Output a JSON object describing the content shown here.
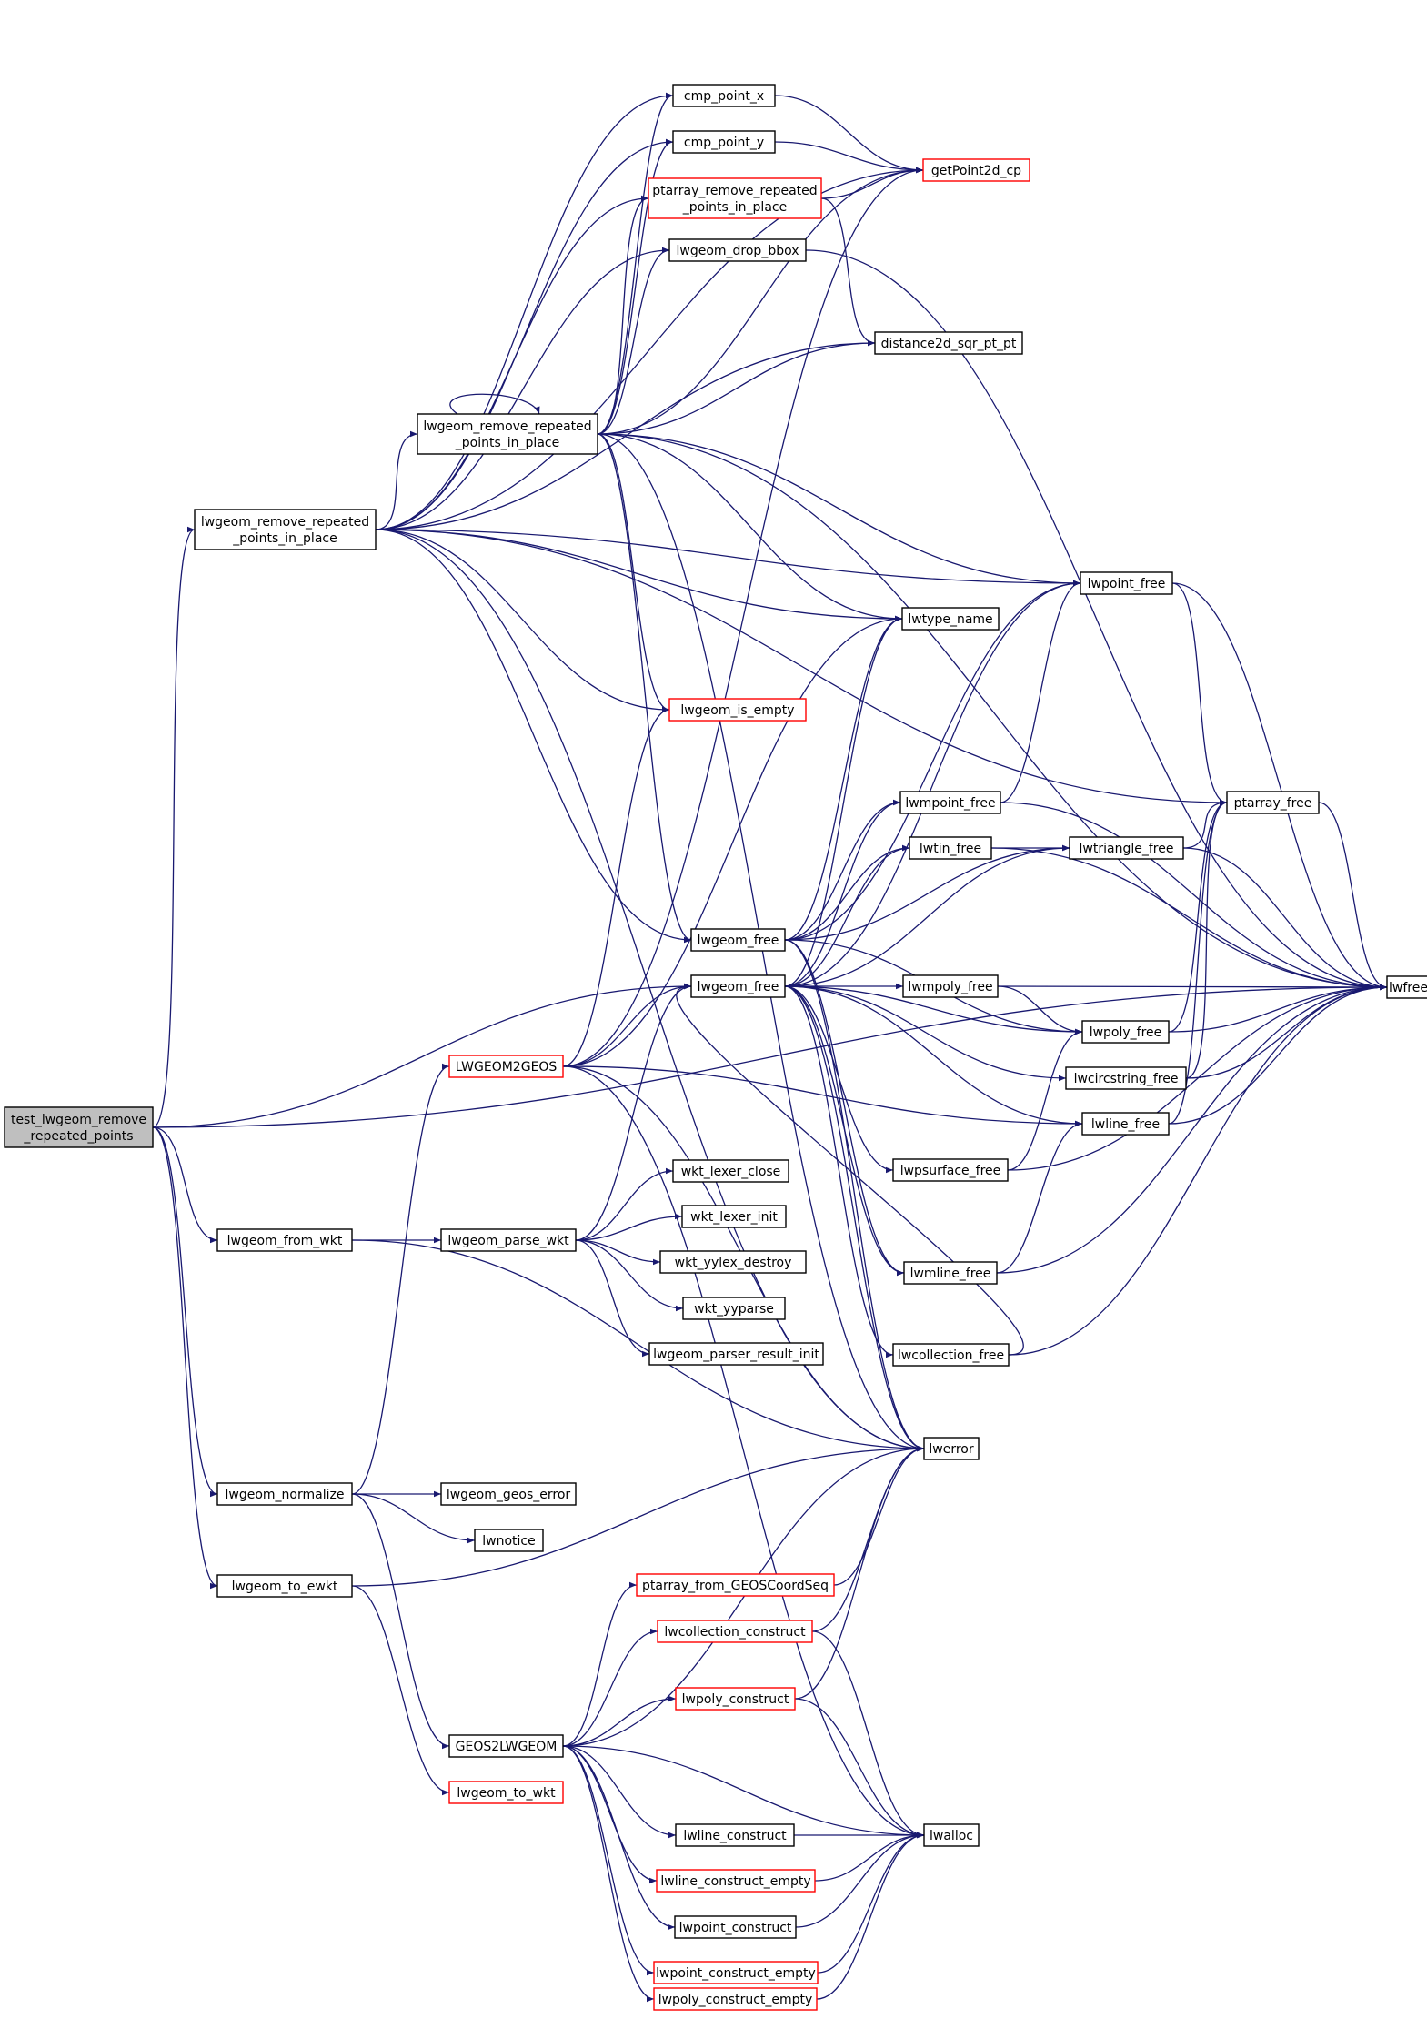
{
  "colors": {
    "edge": "#191970",
    "node_border": "#000000",
    "truncated_border": "#ff0000",
    "root_fill": "#bfbfbf",
    "node_fill": "#ffffff"
  },
  "diagram": {
    "nodes": [
      {
        "id": "root",
        "lines": [
          "test_lwgeom_remove",
          "_repeated_points"
        ],
        "style": "root"
      },
      {
        "id": "lrrp_outer",
        "lines": [
          "lwgeom_remove_repeated",
          "_points_in_place"
        ],
        "style": "normal"
      },
      {
        "id": "lrrp_inner",
        "lines": [
          "lwgeom_remove_repeated",
          "_points_in_place"
        ],
        "style": "normal"
      },
      {
        "id": "cmp_point_x",
        "lines": [
          "cmp_point_x"
        ],
        "style": "normal"
      },
      {
        "id": "cmp_point_y",
        "lines": [
          "cmp_point_y"
        ],
        "style": "normal"
      },
      {
        "id": "getPoint2d_cp",
        "lines": [
          "getPoint2d_cp"
        ],
        "style": "truncated"
      },
      {
        "id": "ptarray_rrp",
        "lines": [
          "ptarray_remove_repeated",
          "_points_in_place"
        ],
        "style": "truncated"
      },
      {
        "id": "lwgeom_drop_bbox",
        "lines": [
          "lwgeom_drop_bbox"
        ],
        "style": "normal"
      },
      {
        "id": "distance2d_sqr_pt_pt",
        "lines": [
          "distance2d_sqr_pt_pt"
        ],
        "style": "normal"
      },
      {
        "id": "lwfree",
        "lines": [
          "lwfree"
        ],
        "style": "normal"
      },
      {
        "id": "lwpoint_free",
        "lines": [
          "lwpoint_free"
        ],
        "style": "normal"
      },
      {
        "id": "lwtype_name",
        "lines": [
          "lwtype_name"
        ],
        "style": "normal"
      },
      {
        "id": "lwgeom_is_empty",
        "lines": [
          "lwgeom_is_empty"
        ],
        "style": "truncated"
      },
      {
        "id": "ptarray_free",
        "lines": [
          "ptarray_free"
        ],
        "style": "normal"
      },
      {
        "id": "lwmpoint_free",
        "lines": [
          "lwmpoint_free"
        ],
        "style": "normal"
      },
      {
        "id": "lwtin_free",
        "lines": [
          "lwtin_free"
        ],
        "style": "normal"
      },
      {
        "id": "lwtriangle_free",
        "lines": [
          "lwtriangle_free"
        ],
        "style": "normal"
      },
      {
        "id": "lwgeom_free_a",
        "lines": [
          "lwgeom_free"
        ],
        "style": "normal"
      },
      {
        "id": "lwgeom_free_b",
        "lines": [
          "lwgeom_free"
        ],
        "style": "normal"
      },
      {
        "id": "lwmpoly_free",
        "lines": [
          "lwmpoly_free"
        ],
        "style": "normal"
      },
      {
        "id": "lwpoly_free",
        "lines": [
          "lwpoly_free"
        ],
        "style": "normal"
      },
      {
        "id": "lwcircstring_free",
        "lines": [
          "lwcircstring_free"
        ],
        "style": "normal"
      },
      {
        "id": "lwline_free",
        "lines": [
          "lwline_free"
        ],
        "style": "normal"
      },
      {
        "id": "lwpsurface_free",
        "lines": [
          "lwpsurface_free"
        ],
        "style": "normal"
      },
      {
        "id": "lwmline_free",
        "lines": [
          "lwmline_free"
        ],
        "style": "normal"
      },
      {
        "id": "lwcollection_free",
        "lines": [
          "lwcollection_free"
        ],
        "style": "normal"
      },
      {
        "id": "LWGEOM2GEOS",
        "lines": [
          "LWGEOM2GEOS"
        ],
        "style": "truncated"
      },
      {
        "id": "lwgeom_from_wkt",
        "lines": [
          "lwgeom_from_wkt"
        ],
        "style": "normal"
      },
      {
        "id": "lwgeom_parse_wkt",
        "lines": [
          "lwgeom_parse_wkt"
        ],
        "style": "normal"
      },
      {
        "id": "wkt_lexer_close",
        "lines": [
          "wkt_lexer_close"
        ],
        "style": "normal"
      },
      {
        "id": "wkt_lexer_init",
        "lines": [
          "wkt_lexer_init"
        ],
        "style": "normal"
      },
      {
        "id": "wkt_yylex_destroy",
        "lines": [
          "wkt_yylex_destroy"
        ],
        "style": "normal"
      },
      {
        "id": "wkt_yyparse",
        "lines": [
          "wkt_yyparse"
        ],
        "style": "normal"
      },
      {
        "id": "lwgeom_parser_result_init",
        "lines": [
          "lwgeom_parser_result_init"
        ],
        "style": "normal"
      },
      {
        "id": "lwerror",
        "lines": [
          "lwerror"
        ],
        "style": "normal"
      },
      {
        "id": "lwgeom_normalize",
        "lines": [
          "lwgeom_normalize"
        ],
        "style": "normal"
      },
      {
        "id": "lwgeom_geos_error",
        "lines": [
          "lwgeom_geos_error"
        ],
        "style": "normal"
      },
      {
        "id": "lwnotice",
        "lines": [
          "lwnotice"
        ],
        "style": "normal"
      },
      {
        "id": "lwgeom_to_ewkt",
        "lines": [
          "lwgeom_to_ewkt"
        ],
        "style": "normal"
      },
      {
        "id": "ptarray_from_GEOSCoordSeq",
        "lines": [
          "ptarray_from_GEOSCoordSeq"
        ],
        "style": "truncated"
      },
      {
        "id": "lwcollection_construct",
        "lines": [
          "lwcollection_construct"
        ],
        "style": "truncated"
      },
      {
        "id": "lwpoly_construct",
        "lines": [
          "lwpoly_construct"
        ],
        "style": "truncated"
      },
      {
        "id": "GEOS2LWGEOM",
        "lines": [
          "GEOS2LWGEOM"
        ],
        "style": "normal"
      },
      {
        "id": "lwgeom_to_wkt",
        "lines": [
          "lwgeom_to_wkt"
        ],
        "style": "truncated"
      },
      {
        "id": "lwalloc",
        "lines": [
          "lwalloc"
        ],
        "style": "normal"
      },
      {
        "id": "lwline_construct",
        "lines": [
          "lwline_construct"
        ],
        "style": "normal"
      },
      {
        "id": "lwline_construct_empty",
        "lines": [
          "lwline_construct_empty"
        ],
        "style": "truncated"
      },
      {
        "id": "lwpoint_construct",
        "lines": [
          "lwpoint_construct"
        ],
        "style": "normal"
      },
      {
        "id": "lwpoint_construct_empty",
        "lines": [
          "lwpoint_construct_empty"
        ],
        "style": "truncated"
      },
      {
        "id": "lwpoly_construct_empty",
        "lines": [
          "lwpoly_construct_empty"
        ],
        "style": "truncated"
      }
    ],
    "edges": [
      [
        "root",
        "lrrp_outer"
      ],
      [
        "root",
        "lwgeom_free_b"
      ],
      [
        "root",
        "lwgeom_from_wkt"
      ],
      [
        "root",
        "lwgeom_normalize"
      ],
      [
        "root",
        "lwgeom_to_ewkt"
      ],
      [
        "root",
        "lwfree"
      ],
      [
        "lrrp_outer",
        "cmp_point_x"
      ],
      [
        "lrrp_outer",
        "cmp_point_y"
      ],
      [
        "lrrp_outer",
        "getPoint2d_cp"
      ],
      [
        "lrrp_outer",
        "ptarray_rrp"
      ],
      [
        "lrrp_outer",
        "lwgeom_drop_bbox"
      ],
      [
        "lrrp_outer",
        "distance2d_sqr_pt_pt"
      ],
      [
        "lrrp_outer",
        "lrrp_inner"
      ],
      [
        "lrrp_outer",
        "lwpoint_free"
      ],
      [
        "lrrp_outer",
        "lwtype_name"
      ],
      [
        "lrrp_outer",
        "lwgeom_is_empty"
      ],
      [
        "lrrp_outer",
        "ptarray_free"
      ],
      [
        "lrrp_outer",
        "lwgeom_free_a"
      ],
      [
        "lrrp_outer",
        "lwerror"
      ],
      [
        "lrrp_inner",
        "lrrp_inner"
      ],
      [
        "lrrp_inner",
        "cmp_point_x"
      ],
      [
        "lrrp_inner",
        "cmp_point_y"
      ],
      [
        "lrrp_inner",
        "ptarray_rrp"
      ],
      [
        "lrrp_inner",
        "lwgeom_drop_bbox"
      ],
      [
        "lrrp_inner",
        "getPoint2d_cp"
      ],
      [
        "lrrp_inner",
        "distance2d_sqr_pt_pt"
      ],
      [
        "lrrp_inner",
        "lwfree"
      ],
      [
        "lrrp_inner",
        "lwpoint_free"
      ],
      [
        "lrrp_inner",
        "lwtype_name"
      ],
      [
        "lrrp_inner",
        "lwgeom_is_empty"
      ],
      [
        "lrrp_inner",
        "lwgeom_free_a"
      ],
      [
        "lrrp_inner",
        "lwerror"
      ],
      [
        "cmp_point_x",
        "getPoint2d_cp"
      ],
      [
        "cmp_point_y",
        "getPoint2d_cp"
      ],
      [
        "ptarray_rrp",
        "getPoint2d_cp"
      ],
      [
        "ptarray_rrp",
        "distance2d_sqr_pt_pt"
      ],
      [
        "lwgeom_drop_bbox",
        "lwfree"
      ],
      [
        "lwpoint_free",
        "ptarray_free"
      ],
      [
        "lwpoint_free",
        "lwfree"
      ],
      [
        "ptarray_free",
        "lwfree"
      ],
      [
        "lwmpoint_free",
        "lwpoint_free"
      ],
      [
        "lwmpoint_free",
        "lwfree"
      ],
      [
        "lwtin_free",
        "lwtriangle_free"
      ],
      [
        "lwtin_free",
        "lwfree"
      ],
      [
        "lwtriangle_free",
        "ptarray_free"
      ],
      [
        "lwtriangle_free",
        "lwfree"
      ],
      [
        "lwgeom_free_a",
        "lwtype_name"
      ],
      [
        "lwgeom_free_a",
        "lwmpoint_free"
      ],
      [
        "lwgeom_free_a",
        "lwtin_free"
      ],
      [
        "lwgeom_free_a",
        "lwtriangle_free"
      ],
      [
        "lwgeom_free_a",
        "lwpoint_free"
      ],
      [
        "lwgeom_free_a",
        "lwpoly_free"
      ],
      [
        "lwgeom_free_a",
        "lwmline_free"
      ],
      [
        "lwgeom_free_a",
        "lwerror"
      ],
      [
        "lwgeom_free_b",
        "lwtype_name"
      ],
      [
        "lwgeom_free_b",
        "lwpoint_free"
      ],
      [
        "lwgeom_free_b",
        "lwmpoint_free"
      ],
      [
        "lwgeom_free_b",
        "lwtin_free"
      ],
      [
        "lwgeom_free_b",
        "lwtriangle_free"
      ],
      [
        "lwgeom_free_b",
        "lwmpoly_free"
      ],
      [
        "lwgeom_free_b",
        "lwpoly_free"
      ],
      [
        "lwgeom_free_b",
        "lwcircstring_free"
      ],
      [
        "lwgeom_free_b",
        "lwline_free"
      ],
      [
        "lwgeom_free_b",
        "lwpsurface_free"
      ],
      [
        "lwgeom_free_b",
        "lwmline_free"
      ],
      [
        "lwgeom_free_b",
        "lwcollection_free"
      ],
      [
        "lwgeom_free_b",
        "lwerror"
      ],
      [
        "lwmpoly_free",
        "lwpoly_free"
      ],
      [
        "lwmpoly_free",
        "lwfree"
      ],
      [
        "lwpoly_free",
        "ptarray_free"
      ],
      [
        "lwpoly_free",
        "lwfree"
      ],
      [
        "lwcircstring_free",
        "ptarray_free"
      ],
      [
        "lwcircstring_free",
        "lwfree"
      ],
      [
        "lwline_free",
        "ptarray_free"
      ],
      [
        "lwline_free",
        "lwfree"
      ],
      [
        "lwpsurface_free",
        "lwpoly_free"
      ],
      [
        "lwpsurface_free",
        "lwfree"
      ],
      [
        "lwmline_free",
        "lwline_free"
      ],
      [
        "lwmline_free",
        "lwfree"
      ],
      [
        "lwcollection_free",
        "lwfree"
      ],
      [
        "lwcollection_free",
        "lwgeom_free_b"
      ],
      [
        "LWGEOM2GEOS",
        "getPoint2d_cp"
      ],
      [
        "LWGEOM2GEOS",
        "lwtype_name"
      ],
      [
        "LWGEOM2GEOS",
        "lwgeom_is_empty"
      ],
      [
        "LWGEOM2GEOS",
        "lwgeom_free_b"
      ],
      [
        "LWGEOM2GEOS",
        "lwerror"
      ],
      [
        "LWGEOM2GEOS",
        "lwalloc"
      ],
      [
        "LWGEOM2GEOS",
        "lwline_free"
      ],
      [
        "lwgeom_from_wkt",
        "lwgeom_parse_wkt"
      ],
      [
        "lwgeom_from_wkt",
        "lwerror"
      ],
      [
        "lwgeom_parse_wkt",
        "lwgeom_free_b"
      ],
      [
        "lwgeom_parse_wkt",
        "wkt_lexer_close"
      ],
      [
        "lwgeom_parse_wkt",
        "wkt_lexer_init"
      ],
      [
        "lwgeom_parse_wkt",
        "wkt_yylex_destroy"
      ],
      [
        "lwgeom_parse_wkt",
        "wkt_yyparse"
      ],
      [
        "lwgeom_parse_wkt",
        "lwgeom_parser_result_init"
      ],
      [
        "lwgeom_normalize",
        "LWGEOM2GEOS"
      ],
      [
        "lwgeom_normalize",
        "lwgeom_geos_error"
      ],
      [
        "lwgeom_normalize",
        "lwnotice"
      ],
      [
        "lwgeom_normalize",
        "GEOS2LWGEOM"
      ],
      [
        "lwgeom_to_ewkt",
        "lwerror"
      ],
      [
        "lwgeom_to_ewkt",
        "lwgeom_to_wkt"
      ],
      [
        "GEOS2LWGEOM",
        "ptarray_from_GEOSCoordSeq"
      ],
      [
        "GEOS2LWGEOM",
        "lwcollection_construct"
      ],
      [
        "GEOS2LWGEOM",
        "lwpoly_construct"
      ],
      [
        "GEOS2LWGEOM",
        "lwalloc"
      ],
      [
        "GEOS2LWGEOM",
        "lwline_construct"
      ],
      [
        "GEOS2LWGEOM",
        "lwline_construct_empty"
      ],
      [
        "GEOS2LWGEOM",
        "lwpoint_construct"
      ],
      [
        "GEOS2LWGEOM",
        "lwpoint_construct_empty"
      ],
      [
        "GEOS2LWGEOM",
        "lwpoly_construct_empty"
      ],
      [
        "GEOS2LWGEOM",
        "lwerror"
      ],
      [
        "ptarray_from_GEOSCoordSeq",
        "lwerror"
      ],
      [
        "lwcollection_construct",
        "lwerror"
      ],
      [
        "lwcollection_construct",
        "lwalloc"
      ],
      [
        "lwpoly_construct",
        "lwerror"
      ],
      [
        "lwpoly_construct",
        "lwalloc"
      ],
      [
        "lwline_construct",
        "lwalloc"
      ],
      [
        "lwline_construct_empty",
        "lwalloc"
      ],
      [
        "lwpoint_construct",
        "lwalloc"
      ],
      [
        "lwpoint_construct_empty",
        "lwalloc"
      ],
      [
        "lwpoly_construct_empty",
        "lwalloc"
      ]
    ]
  }
}
